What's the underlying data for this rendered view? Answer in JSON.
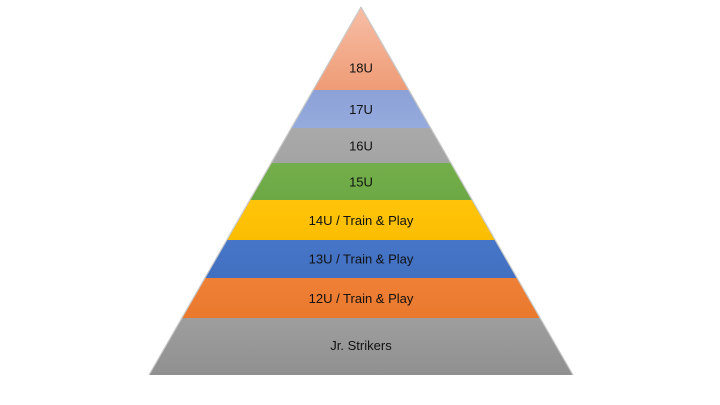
{
  "diagram": {
    "type": "pyramid",
    "background_color": "#FFFFFF",
    "outline_color": "#C9C9C9",
    "label_color": "#111111",
    "segments": [
      {
        "label": "18U",
        "color_top": "#F7BEA6",
        "color_bottom": "#EE9B75"
      },
      {
        "label": "17U",
        "color_top": "#8CA2D7",
        "color_bottom": "#95ABDE"
      },
      {
        "label": "16U",
        "color_top": "#A9A9A9",
        "color_bottom": "#A4A4A4"
      },
      {
        "label": "15U",
        "color_top": "#73AE4B",
        "color_bottom": "#6CA945"
      },
      {
        "label": "14U / Train & Play",
        "color_top": "#FFC40A",
        "color_bottom": "#FCBD00"
      },
      {
        "label": "13U / Train & Play",
        "color_top": "#4775C7",
        "color_bottom": "#4270C1"
      },
      {
        "label": "12U / Train & Play",
        "color_top": "#EE8036",
        "color_bottom": "#EA792D"
      },
      {
        "label": "Jr. Strikers",
        "color_top": "#9E9E9E",
        "color_bottom": "#909090"
      }
    ]
  }
}
